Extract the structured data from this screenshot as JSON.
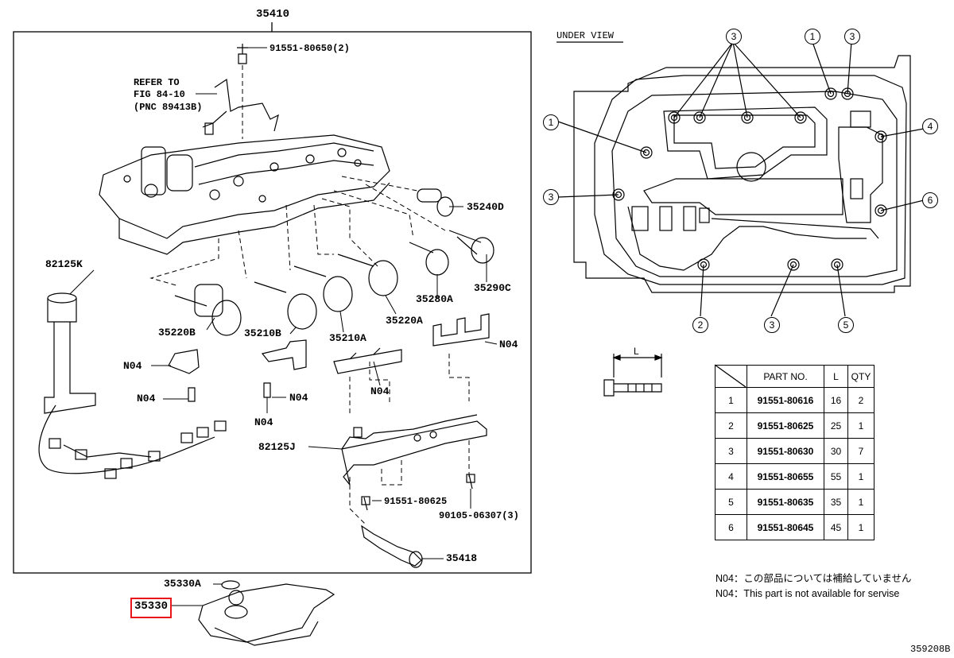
{
  "diagram": {
    "assembly_label": "35410",
    "figure_code": "359208B",
    "under_view_label": "UNDER VIEW",
    "refer": [
      "REFER TO",
      "FIG 84-10",
      "(PNC 89413B)"
    ],
    "highlight_color": "#e8151b",
    "parts": {
      "bolt_top": "91551-80650(2)",
      "solenoid_35240D": "35240D",
      "solenoid_35290C": "35290C",
      "solenoid_35280A": "35280A",
      "solenoid_35220A": "35220A",
      "solenoid_35210A": "35210A",
      "solenoid_35210B": "35210B",
      "solenoid_35220B": "35220B",
      "harness_82125K": "82125K",
      "harness_82125J": "82125J",
      "n04_a": "N04",
      "n04_b": "N04",
      "n04_c": "N04",
      "n04_d": "N04",
      "n04_e": "N04",
      "n04_f": "N04",
      "bolt_91551_80625": "91551-80625",
      "bolt_90105": "90105-06307(3)",
      "part_35418": "35418",
      "part_35330A": "35330A",
      "part_35330": "35330"
    },
    "under_view_callouts": [
      "3",
      "1",
      "3",
      "1",
      "4",
      "3",
      "6",
      "2",
      "3",
      "5"
    ],
    "bolt_length_label": "L"
  },
  "table": {
    "headers": [
      "PART NO.",
      "L",
      "QTY"
    ],
    "rows": [
      {
        "idx": "1",
        "part": "91551-80616",
        "l": "16",
        "qty": "2"
      },
      {
        "idx": "2",
        "part": "91551-80625",
        "l": "25",
        "qty": "1"
      },
      {
        "idx": "3",
        "part": "91551-80630",
        "l": "30",
        "qty": "7"
      },
      {
        "idx": "4",
        "part": "91551-80655",
        "l": "55",
        "qty": "1"
      },
      {
        "idx": "5",
        "part": "91551-80635",
        "l": "35",
        "qty": "1"
      },
      {
        "idx": "6",
        "part": "91551-80645",
        "l": "45",
        "qty": "1"
      }
    ]
  },
  "notes": {
    "jp": "N04：この部品については補給していません",
    "en": "N04：This part is not available for servise"
  }
}
